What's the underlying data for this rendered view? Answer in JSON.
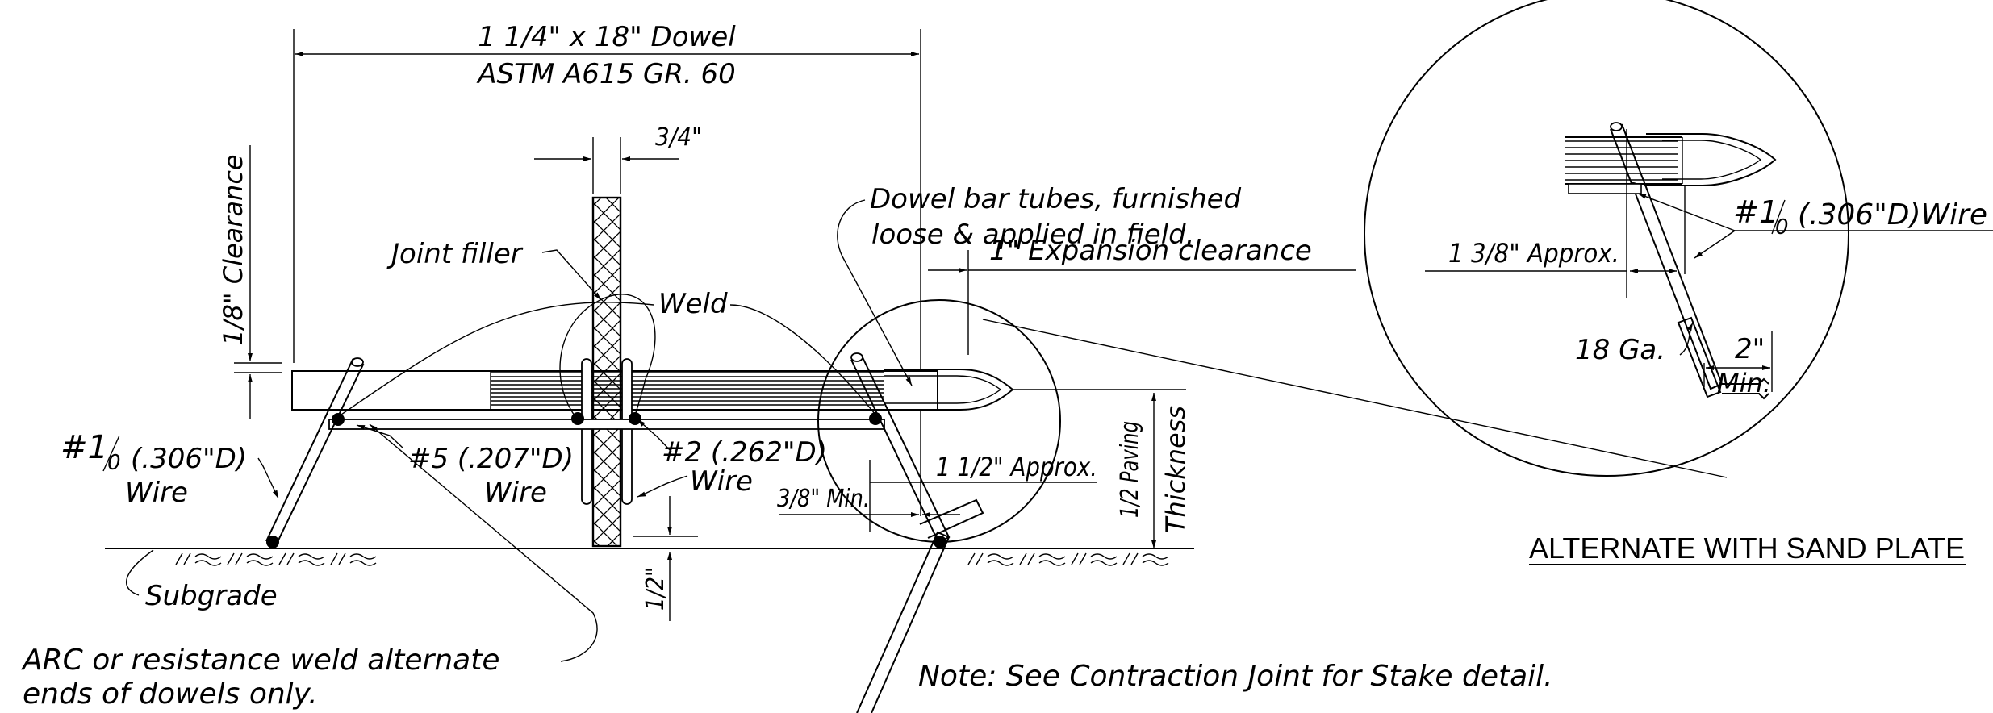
{
  "labels": {
    "dowel_size": "1 1/4\" x 18\" Dowel",
    "dowel_spec": "ASTM A615 GR. 60",
    "clearance_eighth": "1/8\" Clearance",
    "filler_width": "3/4\"",
    "joint_filler": "Joint filler",
    "weld": "Weld",
    "tubes_line1": "Dowel bar tubes, furnished",
    "tubes_line2": "loose & applied in field.",
    "expansion_clearance": "1\" Expansion clearance",
    "wire_1_0_main": "(.306\"D)",
    "wire_1_0_hash": "#1",
    "wire_1_0_sub": "0",
    "wire_word_a": "Wire",
    "wire_5": "#5 (.207\"D)",
    "wire_word_b": "Wire",
    "wire_2": "#2 (.262\"D)",
    "wire_word_c": "Wire",
    "approx_1_half": "1 1/2\" Approx.",
    "min_3_8": "3/8\" Min.",
    "half_paving_1": "1/2 Paving",
    "half_paving_2": "Thickness",
    "half_inch": "1/2\"",
    "subgrade": "Subgrade",
    "arc_line1": "ARC or resistance weld alternate",
    "arc_line2": "ends of dowels only.",
    "note": "Note: See Contraction Joint for Stake detail.",
    "detail_wire_hash": "#1",
    "detail_wire_sub": "0",
    "detail_wire_rest": "(.306\"D)Wire",
    "detail_approx": "1 3/8\" Approx.",
    "detail_gauge": "18 Ga.",
    "detail_two": "2\"",
    "detail_min": "Min.",
    "alternate_title": "ALTERNATE WITH SAND PLATE"
  }
}
